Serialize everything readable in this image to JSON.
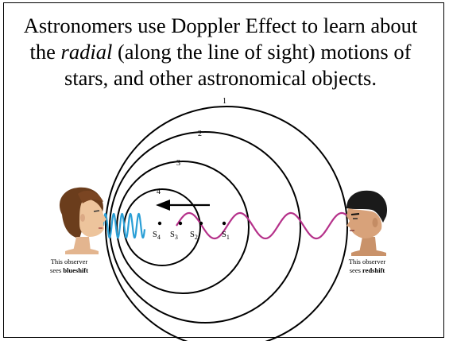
{
  "title": {
    "line1": "Astronomers use Doppler Effect to learn about",
    "line2_pre": "the ",
    "line2_em": "radial",
    "line2_post": " (along the line of sight) motions of",
    "line3": "stars, and other astronomical objects."
  },
  "wavefronts": [
    {
      "label": "1"
    },
    {
      "label": "2"
    },
    {
      "label": "3"
    },
    {
      "label": "4"
    }
  ],
  "source_positions": [
    {
      "label": "S",
      "sub": "1"
    },
    {
      "label": "S",
      "sub": "2"
    },
    {
      "label": "S",
      "sub": "3"
    },
    {
      "label": "S",
      "sub": "4"
    }
  ],
  "left_observer": {
    "line1": "This observer",
    "line2_pre": "sees ",
    "line2_bold": "blueshift"
  },
  "right_observer": {
    "line1": "This observer",
    "line2_pre": "sees ",
    "line2_bold": "redshift"
  },
  "colors": {
    "blue_wave": "#2a9fd6",
    "red_wave": "#b5318a",
    "circles": "#000000"
  }
}
